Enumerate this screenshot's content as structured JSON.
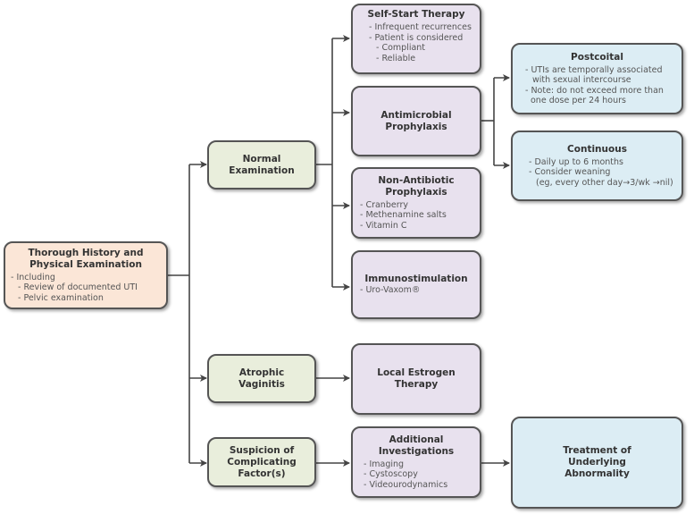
{
  "colors": {
    "root": "#fbe6d7",
    "condition": "#e9eedc",
    "therapy": "#e8e1ee",
    "detail": "#dcedf4",
    "line": "#444444"
  },
  "root": {
    "title": "Thorough History and Physical Examination",
    "items": [
      "- Including",
      "- Review of documented UTI",
      "- Pelvic examination"
    ]
  },
  "conditions": {
    "normal": {
      "title": "Normal Examination"
    },
    "atrophic": {
      "title": "Atrophic Vaginitis"
    },
    "suspicion": {
      "title": "Suspicion of Complicating Factor(s)"
    }
  },
  "therapies": {
    "self_start": {
      "title": "Self-Start Therapy",
      "items": [
        "- Infrequent recurrences",
        "- Patient is considered",
        "- Compliant",
        "- Reliable"
      ]
    },
    "antimicrobial": {
      "title": "Antimicrobial Prophylaxis"
    },
    "non_antibiotic": {
      "title": "Non-Antibiotic Prophylaxis",
      "items": [
        "- Cranberry",
        "- Methenamine salts",
        "- Vitamin C"
      ]
    },
    "immuno": {
      "title": "Immunostimulation",
      "items": [
        "- Uro-Vaxom®"
      ]
    },
    "estrogen": {
      "title": "Local Estrogen Therapy"
    },
    "investigations": {
      "title": "Additional Investigations",
      "items": [
        "- Imaging",
        "- Cystoscopy",
        "- Videourodynamics"
      ]
    }
  },
  "details": {
    "postcoital": {
      "title": "Postcoital",
      "items": [
        "- UTIs are temporally associated",
        "with sexual intercourse",
        "- Note: do not exceed more than",
        "one dose per 24 hours"
      ]
    },
    "continuous": {
      "title": "Continuous",
      "items": [
        "- Daily up to 6 months",
        "- Consider weaning",
        "(eg, every other day→3/wk →nil)"
      ]
    },
    "treatment": {
      "title": "Treatment of Underlying Abnormality"
    }
  }
}
